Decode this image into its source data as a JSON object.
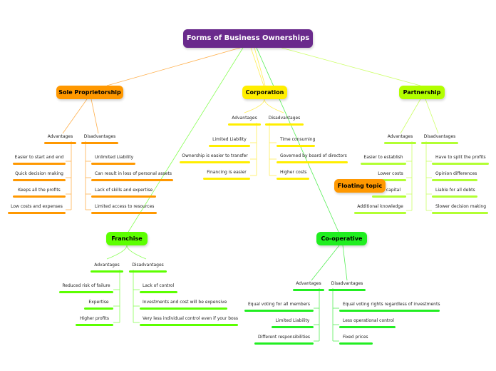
{
  "root": {
    "label": "Forms of Business Ownerships"
  },
  "floating_topic": {
    "label": "Floating topic"
  },
  "colors": {
    "root": "#6a2a8c",
    "sole": "#ff9800",
    "corporation": "#ffee00",
    "partnership": "#b2ff00",
    "franchise": "#5cff00",
    "cooperative": "#20ee20"
  },
  "sole": {
    "label": "Sole Proprietorship",
    "advantages": "Advantages",
    "disadvantages": "Disadvantages",
    "adv": [
      "Easier to start and end",
      "Quick decision making",
      "Keeps all the profits",
      "Low costs and expenses"
    ],
    "dis": [
      "Unlimited Liability",
      "Can result in loss of personal assets",
      "Lack of skills and expertise",
      "Limited access to resources"
    ]
  },
  "corporation": {
    "label": "Corporation",
    "advantages": "Advantages",
    "disadvantages": "Disadvantages",
    "adv": [
      "Limited Liability",
      "Ownership is easier to transfer",
      "Financing is easier"
    ],
    "dis": [
      "Time consuming",
      "Governed by board of directors",
      "Higher costs"
    ]
  },
  "partnership": {
    "label": "Partnership",
    "advantages": "Advantages",
    "disadvantages": "Disadvantages",
    "adv": [
      "Easier to establish",
      "Lower costs",
      "capital",
      "Additional knowledge"
    ],
    "dis": [
      "Have to split the profits",
      "Opinion differences",
      "Liable for all debts",
      "Slower decision making"
    ]
  },
  "franchise": {
    "label": "Franchise",
    "advantages": "Advantages",
    "disadvantages": "Disadvantages",
    "adv": [
      "Reduced risk of failure",
      "Expertise",
      "Higher profits"
    ],
    "dis": [
      "Lack of control",
      "Investments and cost will be expensive",
      "Very less individual control even if your boss"
    ]
  },
  "cooperative": {
    "label": "Co-operative",
    "advantages": "Advantages",
    "disadvantages": "Disadvantages",
    "adv": [
      "Equal voting for all members",
      "Limited Liability",
      "Different responsibilities"
    ],
    "dis": [
      "Equal voting rights regardless of investments",
      "Less operational control",
      "Fixed prices"
    ]
  }
}
